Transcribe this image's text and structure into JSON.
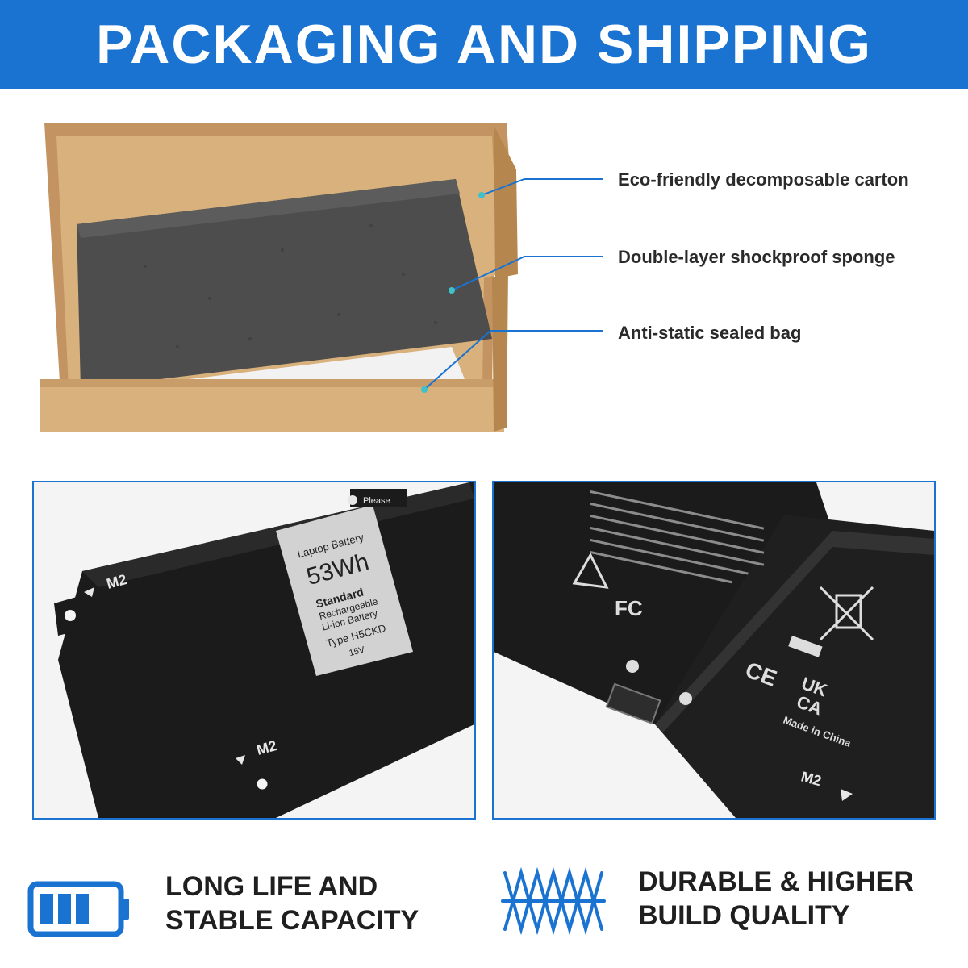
{
  "header": {
    "title": "PACKAGING AND SHIPPING"
  },
  "callouts": [
    "Eco-friendly decomposable carton",
    "Double-layer shockproof sponge",
    "Anti-static sealed bag"
  ],
  "battery_label": {
    "line1": "Laptop Battery",
    "capacity": "53Wh",
    "line3": "Standard",
    "line4": "Rechargeable",
    "line5": "Li-ion Battery",
    "type": "Type H5CKD",
    "voltage": "15V"
  },
  "m2_marks": [
    "M2",
    "M2",
    "M2"
  ],
  "back_marks": {
    "made_in": "Made in China",
    "ukca_top": "UK",
    "ukca_bottom": "CA",
    "please": "Please"
  },
  "features": [
    {
      "icon": "battery-icon",
      "line1": "LONG LIFE AND",
      "line2": "STABLE CAPACITY"
    },
    {
      "icon": "durable-spring-icon",
      "line1": "DURABLE & HIGHER",
      "line2": "BUILD QUALITY"
    }
  ],
  "colors": {
    "accent": "#1a73d1",
    "callout_dot": "#3fc1c9",
    "carton": "#c99d6a"
  }
}
